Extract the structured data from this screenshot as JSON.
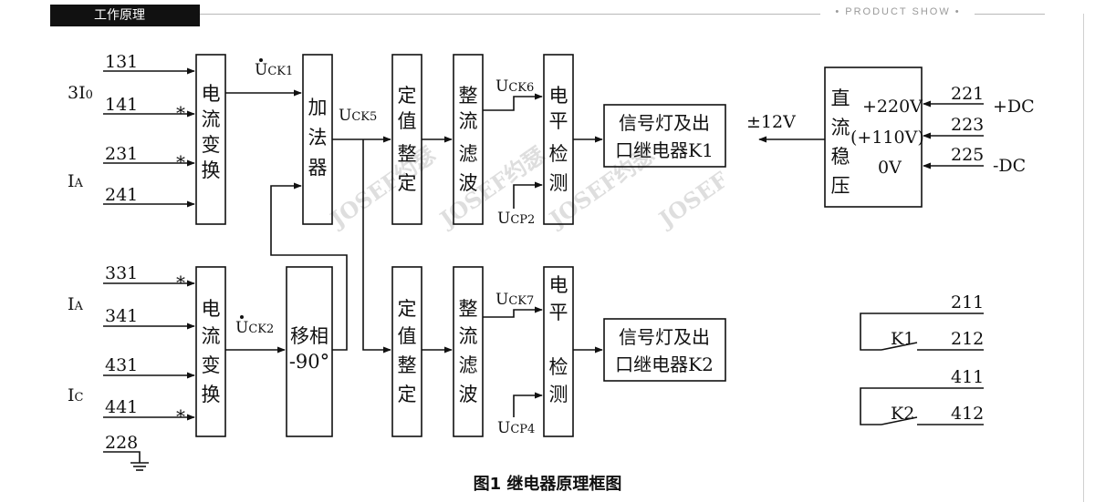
{
  "header": {
    "tag": "工作原理",
    "product_show": "PRODUCT SHOW"
  },
  "caption": "图1  继电器原理框图",
  "watermarks": [
    {
      "text": "JOSEF约瑟"
    },
    {
      "text": "JOSEF约瑟"
    },
    {
      "text": "JOSEF约瑟"
    },
    {
      "text": "JOSEF"
    }
  ],
  "diagram": {
    "inputs_top": [
      "131",
      "141",
      "231",
      "241"
    ],
    "inputs_bottom": [
      "331",
      "341",
      "431",
      "441",
      "228"
    ],
    "side_labels": {
      "three_i0": "3I",
      "three_i0_sub": "0",
      "ia_top": "I",
      "ia_top_sub": "A",
      "ia_bottom": "I",
      "ia_bottom_sub": "A",
      "ic": "I",
      "ic_sub": "C"
    },
    "stars": [
      "*",
      "*",
      "*",
      "*"
    ],
    "blocks": {
      "ct_top": [
        "电",
        "流",
        "变",
        "换"
      ],
      "ct_bottom": [
        "电",
        "流",
        "变",
        "换"
      ],
      "adder": [
        "加",
        "法",
        "器"
      ],
      "phase_shift": [
        "移相",
        "-90°"
      ],
      "set_top": [
        "定",
        "值",
        "整",
        "定"
      ],
      "set_bottom": [
        "定",
        "值",
        "整",
        "定"
      ],
      "rect_top": [
        "整",
        "流",
        "滤",
        "波"
      ],
      "rect_bottom": [
        "整",
        "流",
        "滤",
        "波"
      ],
      "level_top": [
        "电",
        "平",
        "检",
        "测"
      ],
      "level_bottom": [
        "电",
        "平",
        "检",
        "测"
      ],
      "output_top": [
        "信号灯及出",
        "口继电器K1"
      ],
      "output_bottom": [
        "信号灯及出",
        "口继电器K2"
      ],
      "regulator": [
        "直",
        "流",
        "稳",
        "压"
      ]
    },
    "signals": {
      "uck1": {
        "base": "U",
        "sub": "CK1"
      },
      "uck2": {
        "base": "U",
        "sub": "CK2"
      },
      "uck5": {
        "base": "U",
        "sub": "CK5"
      },
      "uck6": {
        "base": "U",
        "sub": "CK6"
      },
      "uck7": {
        "base": "U",
        "sub": "CK7"
      },
      "ucp2": {
        "base": "U",
        "sub": "CP2"
      },
      "ucp4": {
        "base": "U",
        "sub": "CP4"
      }
    },
    "power": {
      "output": "±12V",
      "v220": "+220V",
      "v110": "(+110V)",
      "v0": "0V",
      "terminals": [
        "221",
        "223",
        "225"
      ],
      "dc_plus": "+DC",
      "dc_minus": "-DC"
    },
    "relays": {
      "k1_label": "K1",
      "k1_terminals": [
        "211",
        "212"
      ],
      "k2_label": "K2",
      "k2_terminals": [
        "411",
        "412"
      ]
    }
  }
}
